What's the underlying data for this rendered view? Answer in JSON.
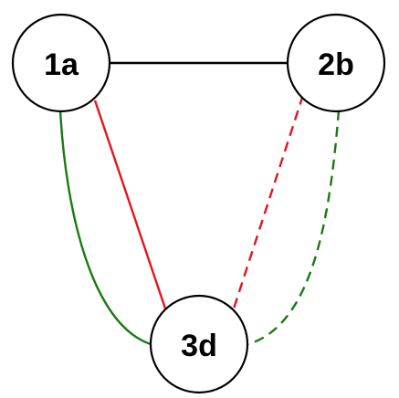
{
  "nodes": [
    {
      "id": "1a",
      "label": "1a"
    },
    {
      "id": "2b",
      "label": "2b"
    },
    {
      "id": "3d",
      "label": "3d"
    }
  ],
  "edges": [
    {
      "from": "1a",
      "to": "2b",
      "color": "#000000",
      "style": "solid",
      "shape": "straight"
    },
    {
      "from": "1a",
      "to": "3d",
      "color": "#e8131b",
      "style": "solid",
      "shape": "straight"
    },
    {
      "from": "1a",
      "to": "3d",
      "color": "#1b7a12",
      "style": "solid",
      "shape": "curved"
    },
    {
      "from": "2b",
      "to": "3d",
      "color": "#e8131b",
      "style": "dashed",
      "shape": "straight"
    },
    {
      "from": "2b",
      "to": "3d",
      "color": "#1b7a12",
      "style": "dashed",
      "shape": "curved"
    }
  ]
}
